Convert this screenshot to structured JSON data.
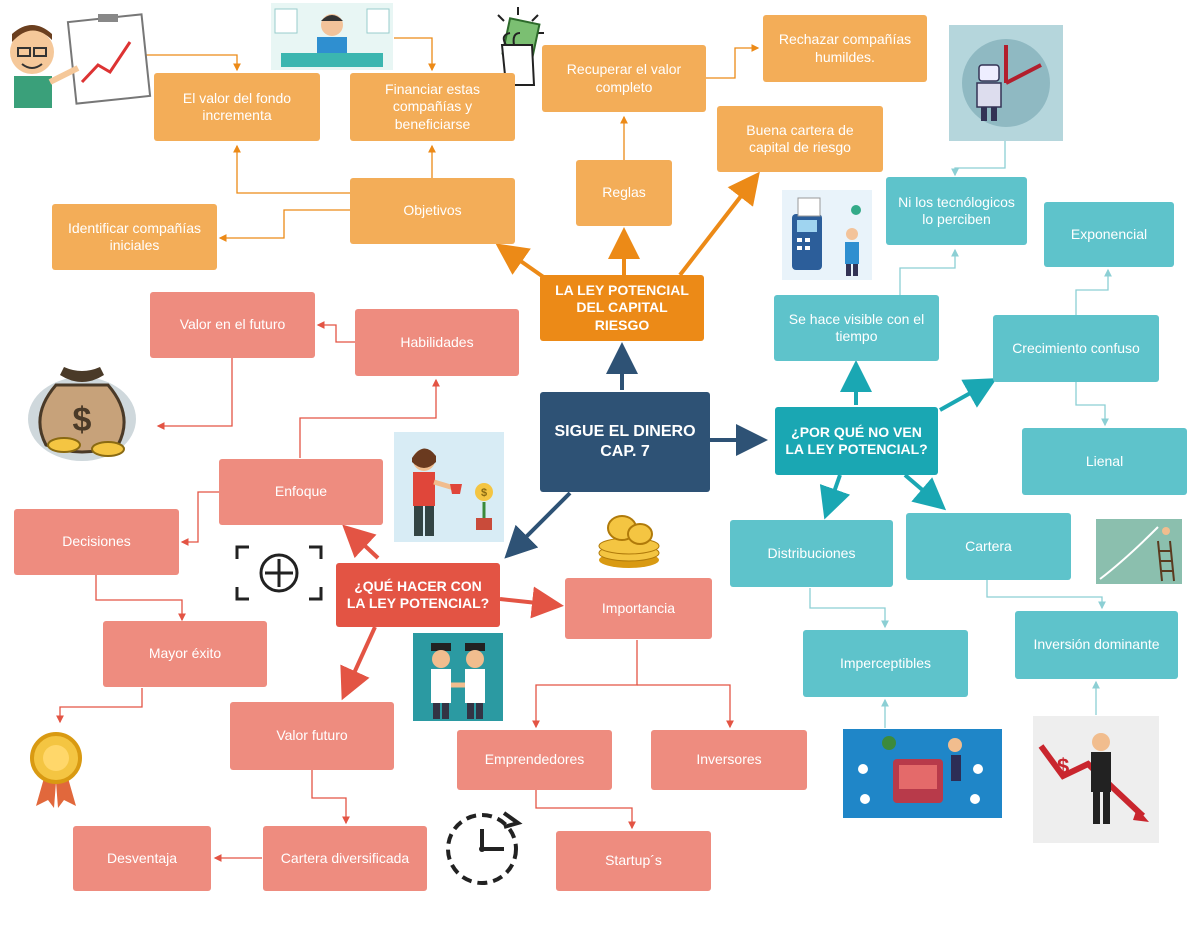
{
  "center": {
    "label": "SIGUE EL DINERO CAP. 7"
  },
  "hubs": {
    "ley": "LA LEY POTENCIAL DEL CAPITAL RIESGO",
    "porque": "¿POR QUÉ NO VEN LA LEY POTENCIAL?",
    "que_hacer": "¿QUÉ HACER CON LA LEY POTENCIAL?"
  },
  "orange": {
    "valor_fondo": "El valor del fondo incrementa",
    "financiar": "Financiar estas compañías y beneficiarse",
    "recuperar": "Recuperar el valor completo",
    "rechazar": "Rechazar compañías humildes.",
    "buena_cartera": "Buena cartera de capital de riesgo",
    "reglas": "Reglas",
    "objetivos": "Objetivos",
    "identificar": "Identificar compañías iniciales"
  },
  "teal": {
    "ni_tecnologicos": "Ni los tecnólogicos lo perciben",
    "exponencial": "Exponencial",
    "visible": "Se hace visible con el tiempo",
    "crecimiento": "Crecimiento confuso",
    "lineal": "Lienal",
    "distribuciones": "Distribuciones",
    "cartera": "Cartera",
    "imperceptibles": "Imperceptibles",
    "inversion": "Inversión dominante"
  },
  "pink": {
    "valor_futuro_top": "Valor en el futuro",
    "habilidades": "Habilidades",
    "enfoque": "Enfoque",
    "decisiones": "Decisiones",
    "mayor_exito": "Mayor éxito",
    "valor_futuro": "Valor futuro",
    "importancia": "Importancia",
    "emprendedores": "Emprendedores",
    "inversores": "Inversores",
    "startups": "Startup´s",
    "cartera_div": "Cartera diversificada",
    "desventaja": "Desventaja"
  },
  "colors": {
    "orange_node": "#f3ad58",
    "orange_hub": "#ec8a17",
    "teal_node": "#5ec3cb",
    "teal_hub": "#1aa7b3",
    "pink_node": "#ee8c7f",
    "pink_hub": "#e35444",
    "center": "#2e5275"
  },
  "icons": [
    "teacher-chart-illustration",
    "analyst-desk-illustration",
    "money-hand-illustration",
    "robot-clock-illustration",
    "payment-terminal-illustration",
    "money-bag-illustration",
    "investor-plant-illustration",
    "coin-stack-illustration",
    "focus-target-icon",
    "handshake-illustration",
    "medal-icon",
    "clock-icon",
    "growth-ladder-illustration",
    "data-dashboard-illustration",
    "businessman-chart-illustration"
  ]
}
